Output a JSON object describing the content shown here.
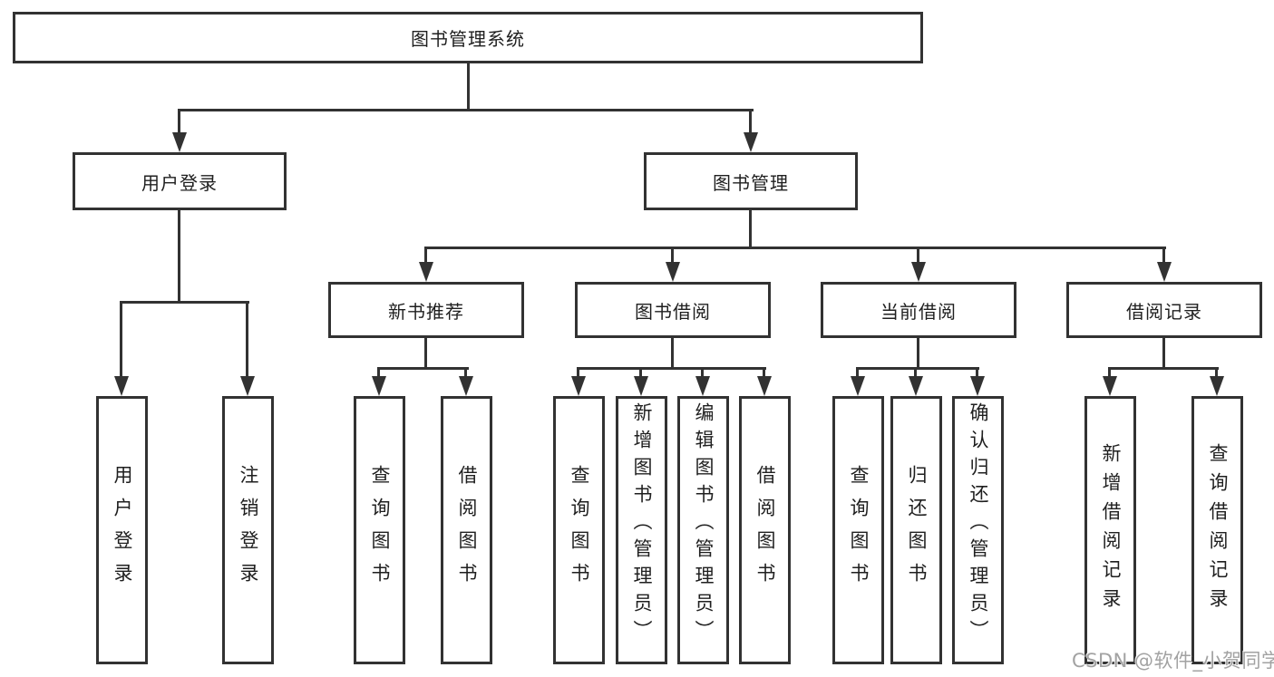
{
  "diagram": {
    "title_node": "图书管理系统",
    "level2": [
      "用户登录",
      "图书管理"
    ],
    "level3": [
      "新书推荐",
      "图书借阅",
      "当前借阅",
      "借阅记录"
    ],
    "leaves_user": [
      "用户登录",
      "注销登录"
    ],
    "leaves_recommend": [
      "查询图书",
      "借阅图书"
    ],
    "leaves_borrow": [
      "查询图书",
      "新增图书（管理员）",
      "编辑图书（管理员）",
      "借阅图书"
    ],
    "leaves_current": [
      "查询图书",
      "归还图书",
      "确认归还（管理员）"
    ],
    "leaves_records": [
      "新增借阅记录",
      "查询借阅记录"
    ],
    "colors": {
      "line": "#323232",
      "text": "#1f1f1f",
      "background": "#ffffff",
      "watermark": "#a2a2a2"
    }
  },
  "watermark": {
    "text": "CSDN @软件_小贺同学"
  }
}
